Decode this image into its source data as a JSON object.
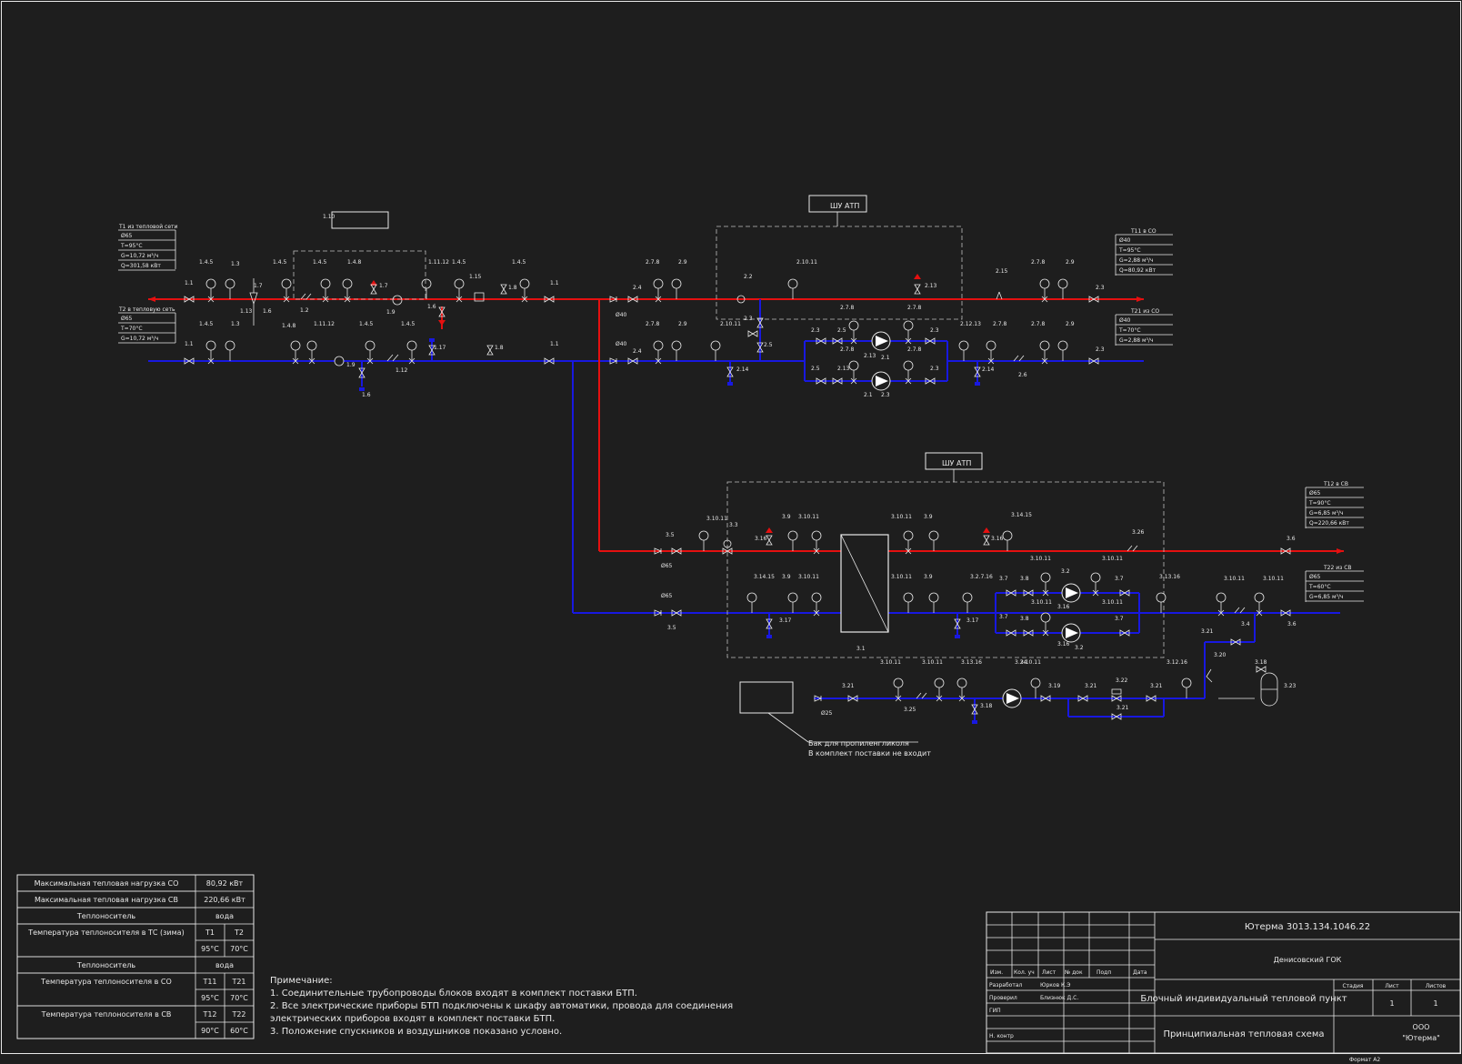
{
  "colors": {
    "supply": "#e51010",
    "return": "#1818e0",
    "ink": "#e8e8e8",
    "background": "#1e1e1e"
  },
  "panels": {
    "atp_label": "ШУ АТП"
  },
  "inlets": {
    "t1": {
      "title": "Т1 из тепловой сети",
      "lines": [
        "Ø65",
        "T=95°C",
        "G=10,72 м³/ч",
        "Q=301,58 кВт"
      ]
    },
    "t2": {
      "title": "Т2 в тепловую сеть",
      "lines": [
        "Ø65",
        "T=70°C",
        "G=10,72 м³/ч"
      ]
    }
  },
  "outlets": {
    "t11": {
      "title": "Т11 в СО",
      "lines": [
        "Ø40",
        "T=95°C",
        "G=2,88 м³/ч",
        "Q=80,92 кВт"
      ]
    },
    "t21": {
      "title": "Т21 из СО",
      "lines": [
        "Ø40",
        "T=70°C",
        "G=2,88 м³/ч"
      ]
    },
    "t12": {
      "title": "Т12 в СВ",
      "lines": [
        "Ø65",
        "T=90°C",
        "G=6,85 м³/ч",
        "Q=220,66 кВт"
      ]
    },
    "t22": {
      "title": "Т22 из СВ",
      "lines": [
        "Ø65",
        "T=60°C",
        "G=6,85 м³/ч"
      ]
    }
  },
  "tank": {
    "label1": "Бак для пропиленгликоля",
    "label2": "В комплект поставки не входит"
  },
  "tags": {
    "node1_top": [
      "1.1",
      "1.4.5",
      "1.3",
      "1.4.5",
      "1.7",
      "1.4.5",
      "1.4.8",
      "1.7",
      "1.11.12",
      "1.4.5",
      "1.15",
      "1.8",
      "1.4.5",
      "1.1"
    ],
    "node1_bot": [
      "1.1",
      "1.4.5",
      "1.3",
      "1.4.8",
      "1.11.12",
      "1.4.5",
      "1.4.5",
      "1.17",
      "1.8",
      "1.1"
    ],
    "node1_misc": [
      "1.10",
      "1.13",
      "1.6",
      "1.2",
      "1.9",
      "1.6",
      "1.9",
      "1.12",
      "1.6"
    ],
    "node2_top": [
      "Ø40",
      "2.4",
      "2.7.8",
      "2.9",
      "2.2",
      "2.10.11",
      "2.13",
      "2.15",
      "2.7.8",
      "2.9",
      "2.3"
    ],
    "node2_bot": [
      "Ø40",
      "2.4",
      "2.7.8",
      "2.9",
      "2.10.11",
      "2.3",
      "2.5",
      "2.14",
      "2.12.13",
      "2.7.8",
      "2.7.8",
      "2.9",
      "2.3",
      "2.6",
      "2.14"
    ],
    "node2_pumps": [
      "2.7.8",
      "2.7.8",
      "2.3",
      "2.5",
      "2.7.8",
      "2.13",
      "2.1",
      "2.3",
      "2.5",
      "2.13",
      "2.1",
      "2.3",
      "2.3",
      "2.7.8"
    ],
    "node3_top": [
      "3.5",
      "3.10.11",
      "3.3",
      "3.16",
      "3.9",
      "3.10.11",
      "3.10.11",
      "3.9",
      "3.16",
      "3.14.15",
      "3.26",
      "3.6",
      "Ø65"
    ],
    "node3_bot": [
      "Ø65",
      "3.5",
      "3.14.15",
      "3.9",
      "3.10.11",
      "3.17",
      "3.1",
      "3.10.11",
      "3.9",
      "3.2.7.16",
      "3.17",
      "3.13.16",
      "3.10.11",
      "3.10.11",
      "3.4",
      "3.6",
      "3.21",
      "3.20",
      "3.18",
      "3.23"
    ],
    "node3_pumps": [
      "3.10.11",
      "3.2",
      "3.10.11",
      "3.7",
      "3.8",
      "3.10.11",
      "3.16",
      "3.10.11",
      "3.7",
      "3.7",
      "3.8",
      "3.16",
      "3.2",
      "3.7"
    ],
    "node3_glycol": [
      "Ø25",
      "3.21",
      "3.10.11",
      "3.10.11",
      "3.13.16",
      "3.25",
      "3.18",
      "3.24",
      "3.10.11",
      "3.19",
      "3.21",
      "3.22",
      "3.21",
      "3.12.16",
      "3.21"
    ]
  },
  "summary_table": {
    "rows": [
      {
        "label": "Максимальная тепловая нагрузка СО",
        "c1": "80,92 кВт",
        "c2": ""
      },
      {
        "label": "Максимальная тепловая нагрузка СВ",
        "c1": "220,66 кВт",
        "c2": ""
      },
      {
        "label": "Теплоноситель",
        "c1": "вода",
        "c2": ""
      },
      {
        "label": "Температура теплоносителя в ТС (зима)",
        "c1": "Т1",
        "c2": "Т2"
      },
      {
        "label": "",
        "c1": "95°C",
        "c2": "70°C"
      },
      {
        "label": "Теплоноситель",
        "c1": "вода",
        "c2": ""
      },
      {
        "label": "Температура теплоносителя в СО",
        "c1": "Т11",
        "c2": "Т21"
      },
      {
        "label": "",
        "c1": "95°C",
        "c2": "70°C"
      },
      {
        "label": "Температура теплоносителя в СВ",
        "c1": "Т12",
        "c2": "Т22"
      },
      {
        "label": "",
        "c1": "90°C",
        "c2": "60°C"
      }
    ]
  },
  "notes": {
    "title": "Примечание:",
    "items": [
      "1. Соединительные трубопроводы блоков входят в комплект поставки БТП.",
      "2. Все электрические приборы БТП подключены к шкафу автоматики, провода для соединения",
      "электрических приборов входят в комплект поставки БТП.",
      "3. Положение спускников и воздушников показано условно."
    ]
  },
  "title_block": {
    "doc_code": "Ютерма 3013.134.1046.22",
    "client": "Денисовский ГОК",
    "object": "Блочный индивидуальный тепловой пункт",
    "sheet_title": "Принципиальная тепловая схема",
    "company_1": "ООО",
    "company_2": "\"Ютерма\"",
    "headers": [
      "Изм.",
      "Кол. уч",
      "Лист",
      "№ док",
      "Подп",
      "Дата"
    ],
    "roles": [
      "Разработал",
      "Проверил",
      "ГИП",
      "Н. контр"
    ],
    "names": [
      "Юрков К.Э",
      "Близнюк Д.С."
    ],
    "stage_labels": [
      "Стадия",
      "Лист",
      "Листов"
    ],
    "sheet": "1",
    "sheets": "1",
    "format": "Формат А2"
  }
}
